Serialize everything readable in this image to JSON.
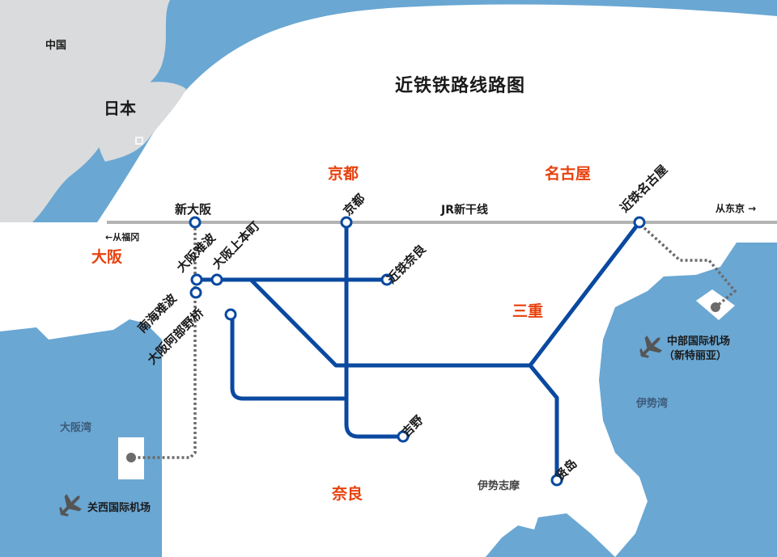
{
  "title": "近铁铁路线路图",
  "inset": {
    "country": "中国",
    "country_label": "日本"
  },
  "regions": {
    "kyoto": "京都",
    "nagoya": "名古屋",
    "osaka": "大阪",
    "mie": "三重",
    "nara": "奈良"
  },
  "shinkansen": {
    "label": "JR新干线",
    "left_note": "←从福冈",
    "right_note": "从东京 →"
  },
  "stations": {
    "shin_osaka": "新大阪",
    "kyoto": "京都",
    "kintetsu_nagoya": "近铁名古屋",
    "osaka_namba": "大阪难波",
    "osaka_uehommachi": "大阪上本町",
    "kintetsu_nara": "近铁奈良",
    "nankai_namba": "南海难波",
    "osaka_abenobashi": "大阪阿部野桥",
    "yoshino": "吉野",
    "kashikojima": "贤岛"
  },
  "places": {
    "ise_shima": "伊势志摩"
  },
  "water": {
    "osaka_bay": "大阪湾",
    "ise_bay": "伊势湾"
  },
  "airports": {
    "kansai": "关西国际机场",
    "chubu": "中部国际机场",
    "chubu_sub": "（新特丽亚）"
  },
  "colors": {
    "sea": "#6aa7d3",
    "line": "#0a49a0",
    "accent": "#e8400c",
    "land_inset": "#d9dbdc",
    "rail_grey": "#b3b3b3"
  }
}
